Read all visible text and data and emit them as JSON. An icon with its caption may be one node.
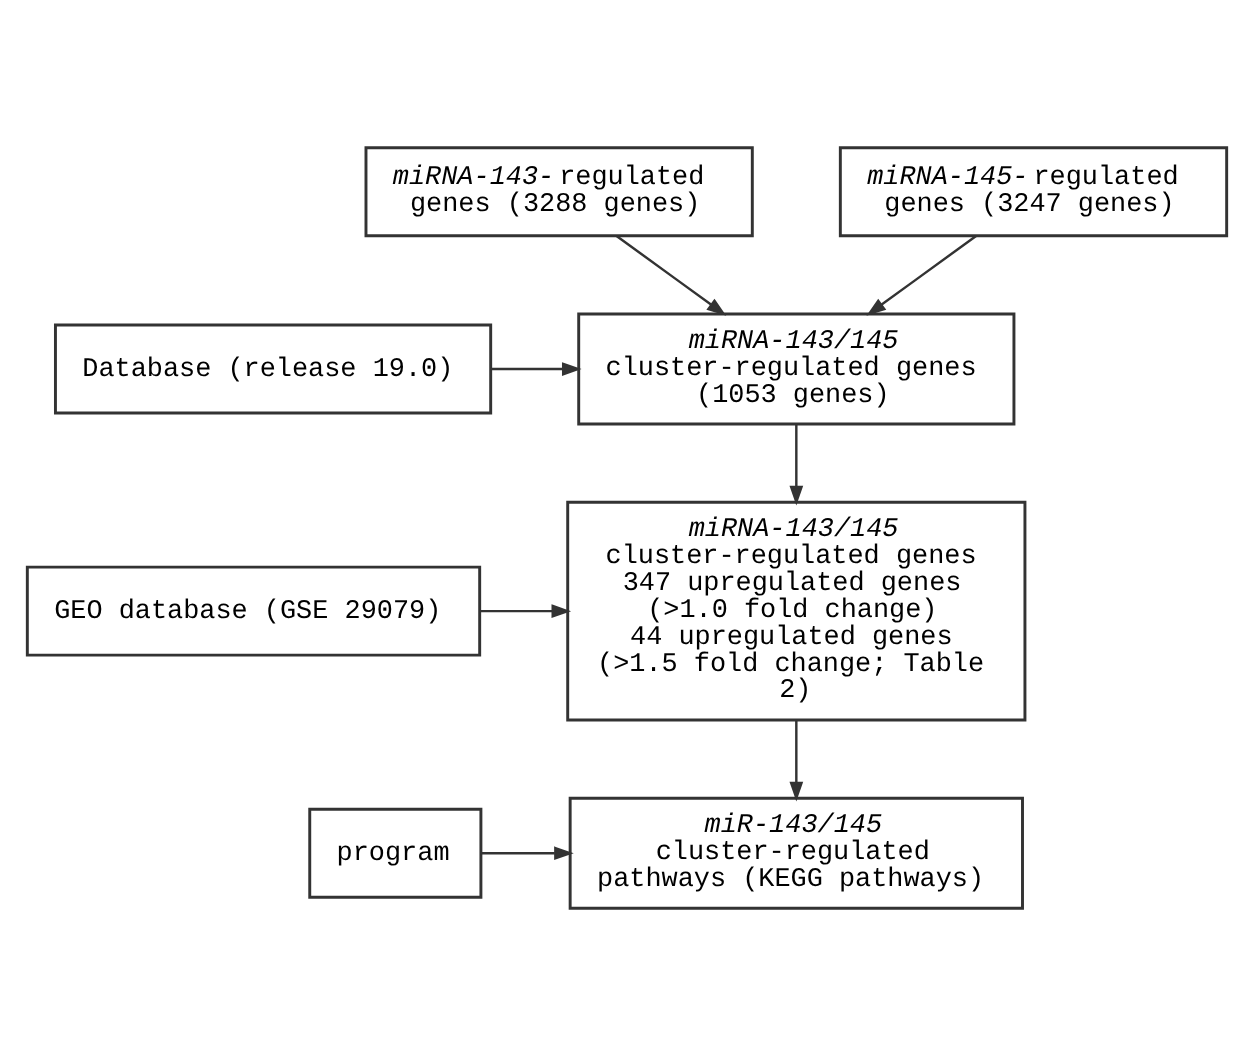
{
  "diagram": {
    "nodes": [
      {
        "text": [
          "*miRNA-143-* regulated genes (3288 genes)"
        ]
      },
      {
        "text": [
          "*miRNA-145-* regulated genes (3247 genes)"
        ]
      },
      {
        "text": [
          "Database (release 19.0)"
        ]
      },
      {
        "text": [
          "*miRNA-143/145* cluster-regulated genes (1053 genes)"
        ]
      },
      {
        "text": [
          "GEO database (GSE 29079)"
        ]
      },
      {
        "text": [
          "*miRNA-143/145* cluster-regulated genes",
          "347 upregulated genes (>1.0 fold change)",
          "44 upregulated genes (>1.5 fold change; Table 2)"
        ]
      },
      {
        "text": [
          "program"
        ]
      },
      {
        "text": [
          "*miR-143/145* cluster-regulated pathways (KEGG pathways)"
        ]
      }
    ],
    "edges": [
      {
        "from": 0,
        "to": 3,
        "arrow": "to"
      },
      {
        "from": 1,
        "to": 3,
        "arrow": "to"
      },
      {
        "from": 2,
        "to": 3,
        "arrow": "to"
      },
      {
        "from": 3,
        "to": 5,
        "arrow": "to"
      },
      {
        "from": 4,
        "to": 5,
        "arrow": "to"
      },
      {
        "from": 5,
        "to": 7,
        "arrow": "to"
      },
      {
        "from": 6,
        "to": 7,
        "arrow": "to"
      }
    ]
  }
}
